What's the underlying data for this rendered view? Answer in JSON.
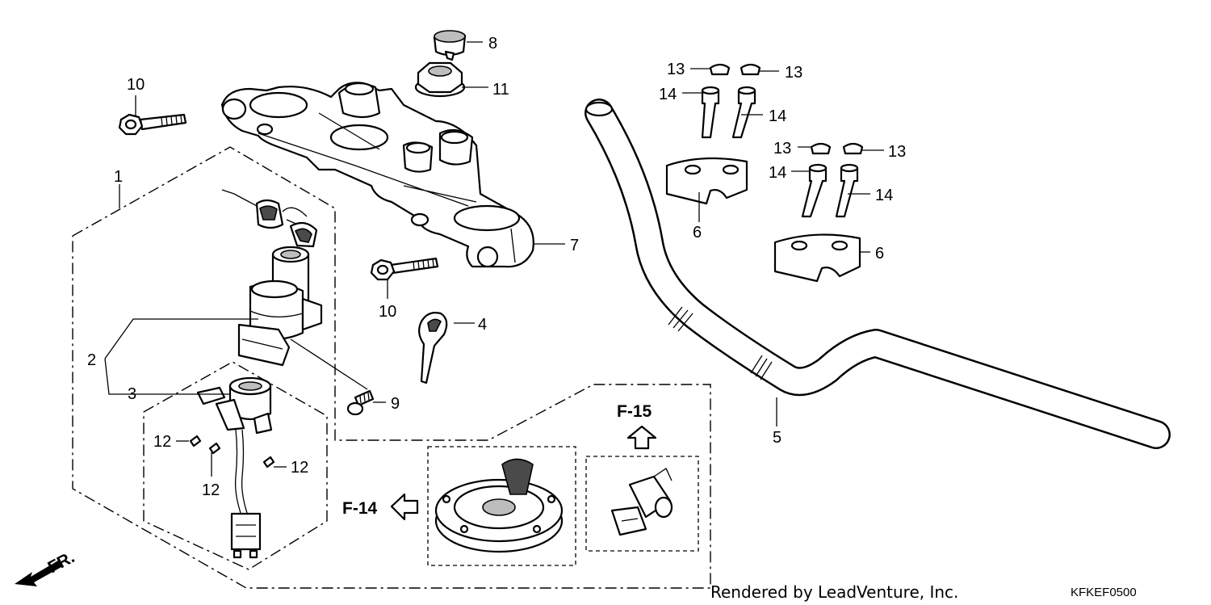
{
  "callouts": {
    "c1": "1",
    "c2": "2",
    "c3": "3",
    "c4": "4",
    "c5": "5",
    "c6a": "6",
    "c6b": "6",
    "c7": "7",
    "c8": "8",
    "c9": "9",
    "c10a": "10",
    "c10b": "10",
    "c11": "11",
    "c12a": "12",
    "c12b": "12",
    "c12c": "12",
    "c13a": "13",
    "c13b": "13",
    "c13c": "13",
    "c13d": "13",
    "c14a": "14",
    "c14b": "14",
    "c14c": "14",
    "c14d": "14"
  },
  "references": {
    "f14": "F-14",
    "f15": "F-15"
  },
  "direction": {
    "front": "FR."
  },
  "footer": {
    "credit": "Rendered by LeadVenture, Inc.",
    "code": "KFKEF0500"
  }
}
